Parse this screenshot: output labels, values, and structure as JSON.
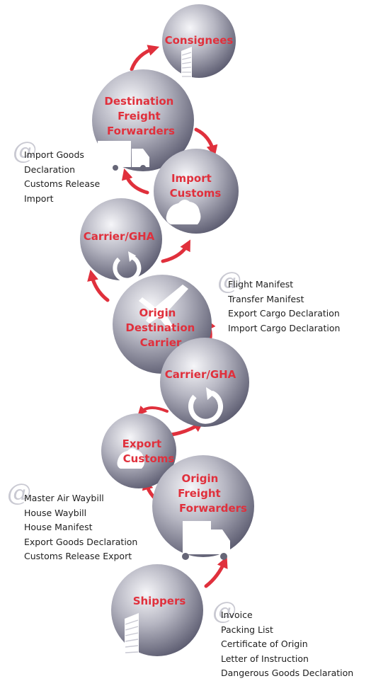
{
  "nodes": {
    "consignees": [
      "Consignees"
    ],
    "dest_ff": [
      "Destination",
      "Freight",
      "Forwarders"
    ],
    "import_customs": [
      "Import",
      "Customs"
    ],
    "carrier_top": [
      "Carrier/GHA"
    ],
    "origin_dest_carrier": [
      "Origin",
      "Destination",
      "Carrier"
    ],
    "carrier_mid": [
      "Carrier/GHA"
    ],
    "export_customs": [
      "Export",
      "Customs"
    ],
    "origin_ff": [
      "Origin",
      "Freight",
      "Forwarders"
    ],
    "shippers": [
      "Shippers"
    ]
  },
  "documents": {
    "import": [
      "Import Goods",
      "Declaration",
      "Customs Release",
      "Import"
    ],
    "flight": [
      "Flight Manifest",
      "Transfer Manifest",
      "Export Cargo Declaration",
      "Import Cargo Declaration"
    ],
    "export": [
      "Master Air Waybill",
      "House Waybill",
      "House Manifest",
      "Export Goods Declaration",
      "Customs Release Export"
    ],
    "shipper": [
      "Invoice",
      "Packing List",
      "Certificate of Origin",
      "Letter of Instruction",
      "Dangerous Goods Declaration"
    ]
  },
  "at_symbol": "@",
  "colors": {
    "label": "#e0303c",
    "arrow": "#e0303c",
    "sphere_light": "#f4f4f7",
    "sphere_dark": "#5a5a68",
    "text": "#1e1e1e"
  }
}
